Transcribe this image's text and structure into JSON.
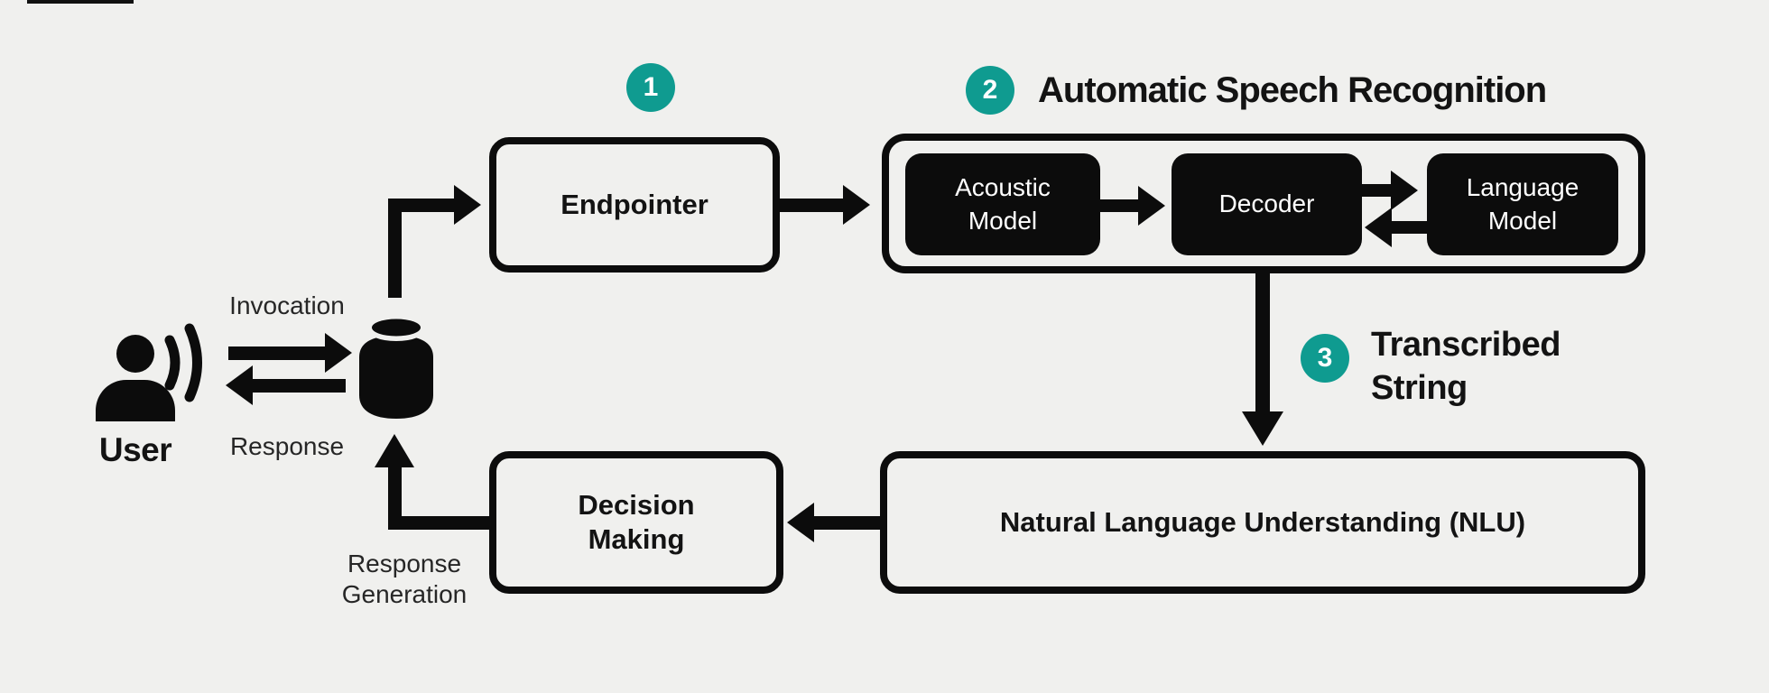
{
  "meta": {
    "background": "#f0f0ee",
    "ink": "#0c0c0c",
    "accent": "#0f9b90"
  },
  "steps": {
    "one": "1",
    "two": "2",
    "three": "3"
  },
  "titles": {
    "asr": "Automatic Speech Recognition",
    "transcribed_line1": "Transcribed",
    "transcribed_line2": "String"
  },
  "nodes": {
    "endpointer": "Endpointer",
    "acoustic_line1": "Acoustic",
    "acoustic_line2": "Model",
    "decoder": "Decoder",
    "language_line1": "Language",
    "language_line2": "Model",
    "nlu": "Natural Language Understanding (NLU)",
    "decision_line1": "Decision",
    "decision_line2": "Making"
  },
  "labels": {
    "user": "User",
    "invocation": "Invocation",
    "response": "Response",
    "response_generation_line1": "Response",
    "response_generation_line2": "Generation"
  },
  "icons": {
    "user": "user-speaking-icon",
    "speaker": "smart-speaker-icon"
  }
}
